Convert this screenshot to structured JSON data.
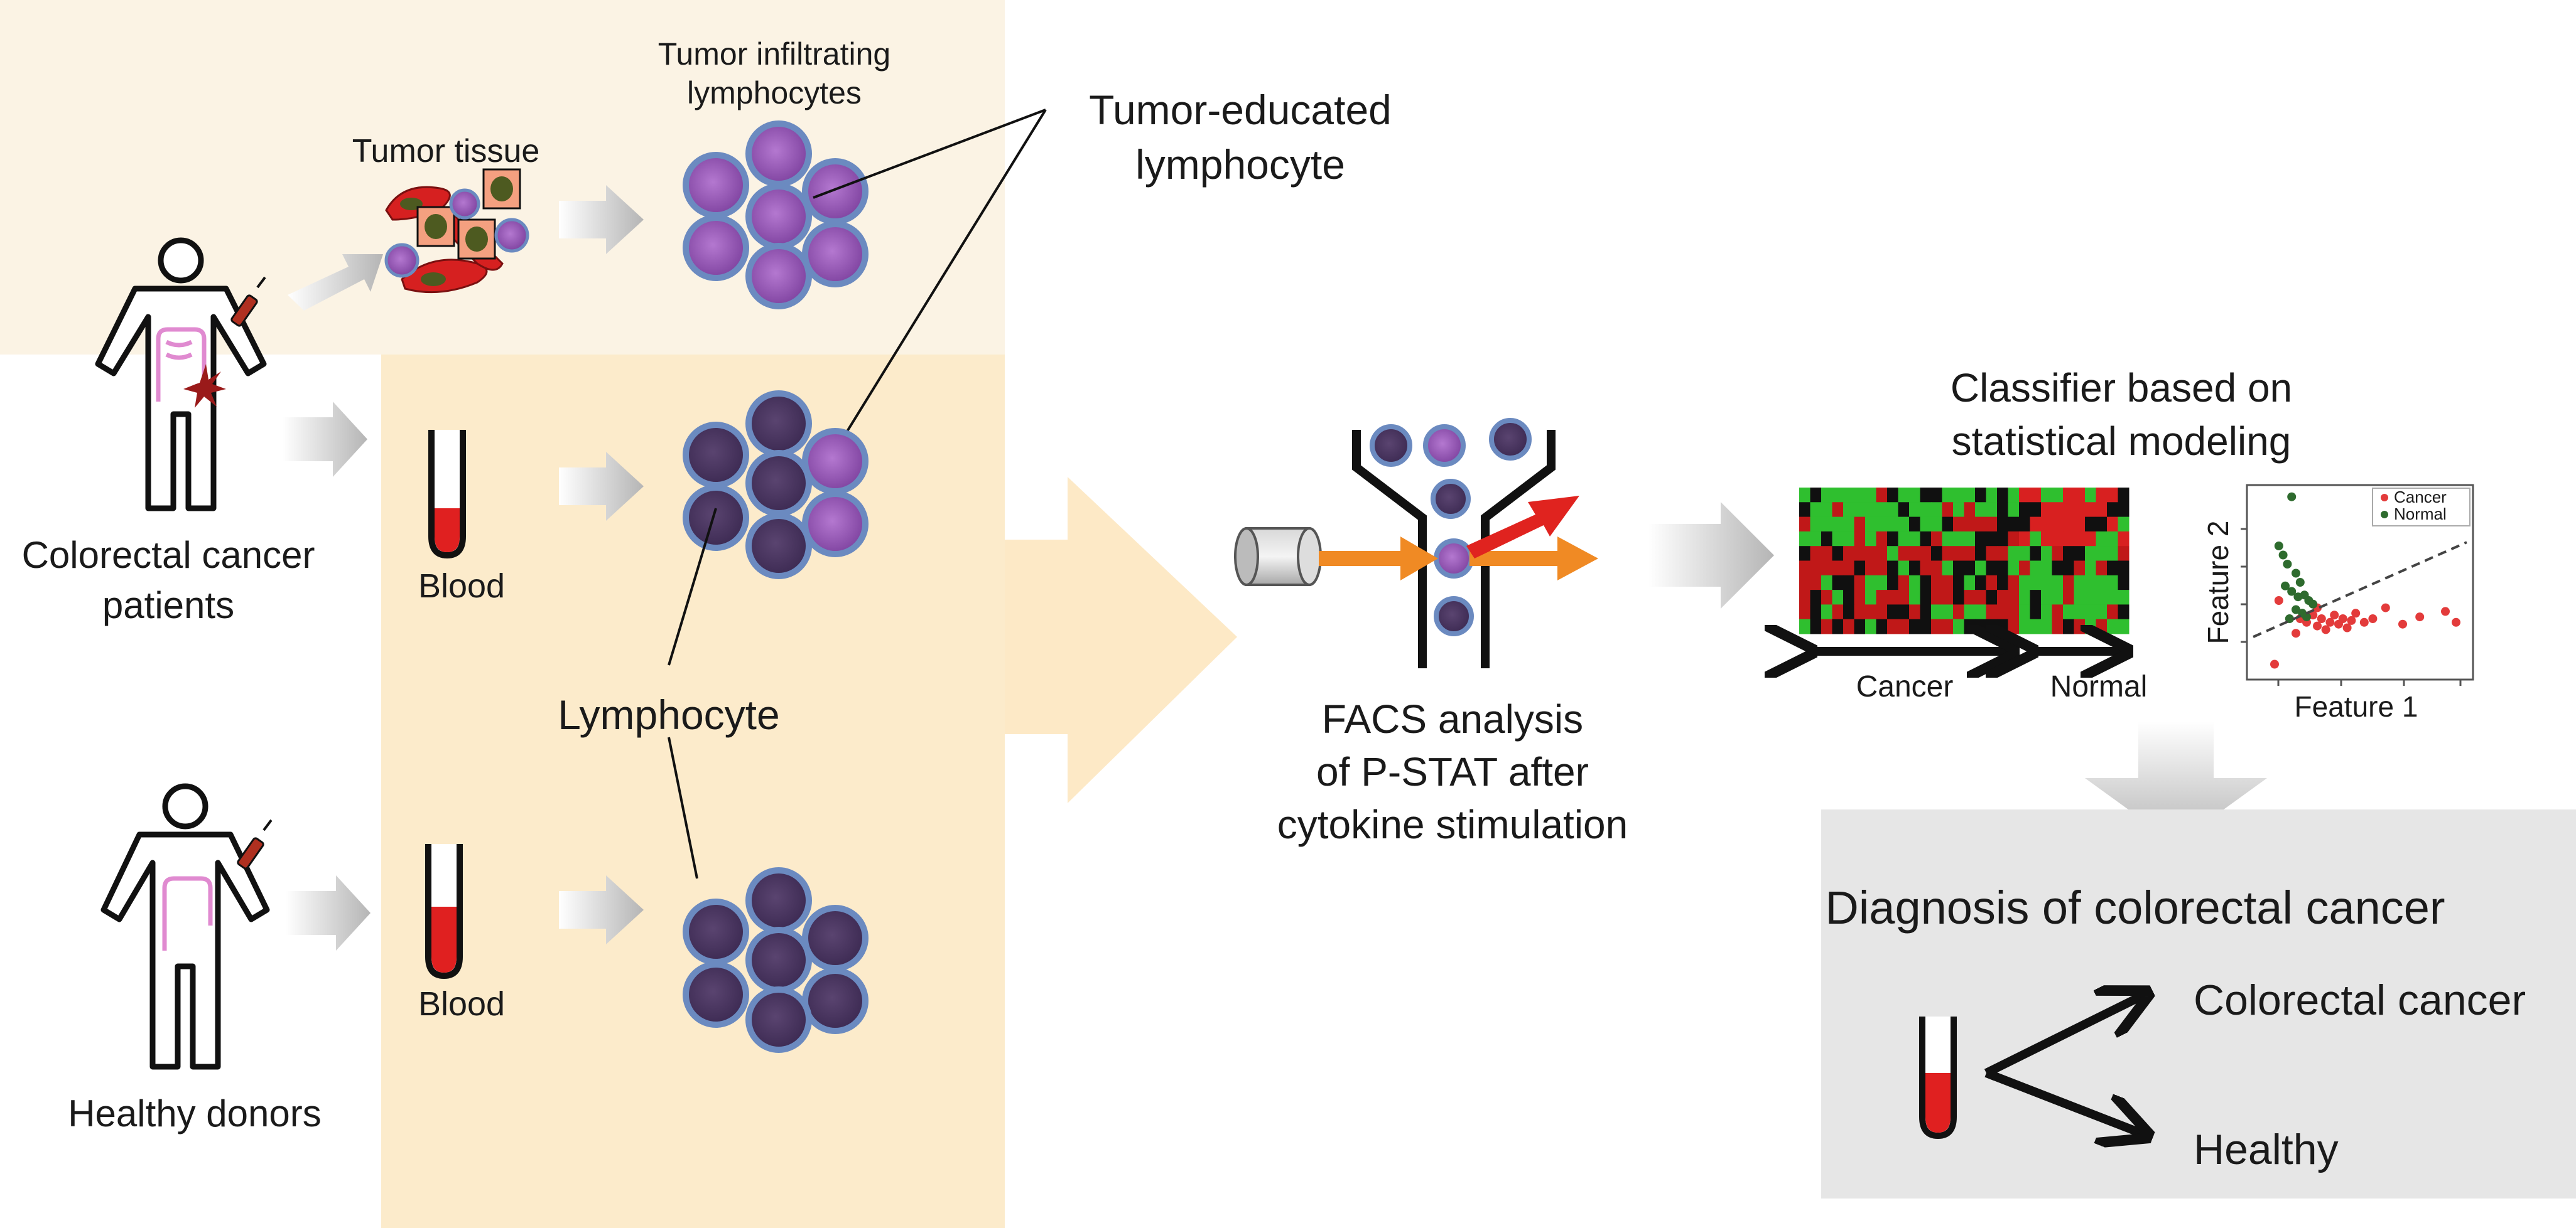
{
  "labels": {
    "tumor_infiltrating_line1": "Tumor infiltrating",
    "tumor_infiltrating_line2": "lymphocytes",
    "tumor_tissue": "Tumor tissue",
    "tumor_educated_line1": "Tumor-educated",
    "tumor_educated_line2": "lymphocyte",
    "patients_line1": "Colorectal cancer",
    "patients_line2": "patients",
    "blood_patients": "Blood",
    "lymphocyte": "Lymphocyte",
    "healthy_donors": "Healthy donors",
    "blood_donors": "Blood",
    "facs_line1": "FACS analysis",
    "facs_line2": "of P-STAT after",
    "facs_line3": "cytokine stimulation",
    "classifier_line1": "Classifier based on",
    "classifier_line2": "statistical modeling",
    "heatmap_cancer": "Cancer",
    "heatmap_normal": "Normal",
    "scatter_xlabel": "Feature 1",
    "scatter_ylabel": "Feature 2",
    "legend_cancer": "Cancer",
    "legend_normal": "Normal",
    "diagnosis_title": "Diagnosis of colorectal cancer",
    "outcome_cancer": "Colorectal cancer",
    "outcome_healthy": "Healthy"
  },
  "colors": {
    "panel_light": "#fbf3e4",
    "panel_tan": "#fcebcb",
    "big_arrow": "#fde9c6",
    "diagnosis_box": "#e6e6e6",
    "cell_rim": "#6b8ac0",
    "cell_purple": "#9b59b6",
    "cell_dark": "#4a3560",
    "red": "#e02020",
    "green": "#2f8a2f",
    "orange": "#f08a24"
  },
  "chart_data": {
    "type": "scatter",
    "xlabel": "Feature 1",
    "ylabel": "Feature 2",
    "series": [
      {
        "name": "Cancer",
        "color": "#e33b3b",
        "x": [
          0.1,
          0.12,
          0.22,
          0.25,
          0.28,
          0.3,
          0.32,
          0.34,
          0.36,
          0.38,
          0.4,
          0.42,
          0.44,
          0.46,
          0.48,
          0.52,
          0.56,
          0.62,
          0.7,
          0.78,
          0.9,
          0.95,
          0.2,
          0.3
        ],
        "y": [
          0.05,
          0.4,
          0.3,
          0.28,
          0.32,
          0.26,
          0.3,
          0.24,
          0.28,
          0.32,
          0.27,
          0.3,
          0.25,
          0.29,
          0.33,
          0.28,
          0.3,
          0.36,
          0.27,
          0.31,
          0.34,
          0.28,
          0.22,
          0.36
        ]
      },
      {
        "name": "Normal",
        "color": "#2e6b2e",
        "x": [
          0.18,
          0.12,
          0.14,
          0.16,
          0.2,
          0.22,
          0.15,
          0.18,
          0.24,
          0.26,
          0.28,
          0.2,
          0.23,
          0.17,
          0.25,
          0.21
        ],
        "y": [
          0.97,
          0.7,
          0.65,
          0.6,
          0.55,
          0.5,
          0.48,
          0.45,
          0.43,
          0.4,
          0.38,
          0.35,
          0.33,
          0.3,
          0.31,
          0.42
        ]
      }
    ],
    "boundary": {
      "x": [
        0.0,
        1.0
      ],
      "y": [
        0.2,
        0.72
      ]
    }
  }
}
